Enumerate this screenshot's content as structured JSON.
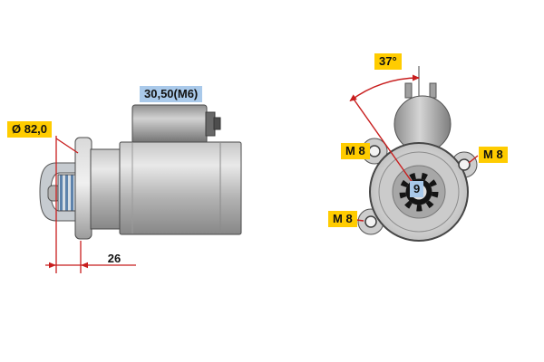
{
  "colors": {
    "label_yellow": "#ffcc00",
    "label_blue": "#a9c9ea",
    "dimension_red": "#c81e1e",
    "body_gray": "#b3b3b3"
  },
  "side_view": {
    "labels": {
      "diameter": "Ø 82,0",
      "terminal": "30,50(M6)",
      "depth": "26"
    }
  },
  "front_view": {
    "labels": {
      "angle": "37°",
      "bolt_left": "M 8",
      "bolt_right": "M 8",
      "bolt_bottom": "M 8",
      "pinion_teeth": "9"
    }
  }
}
